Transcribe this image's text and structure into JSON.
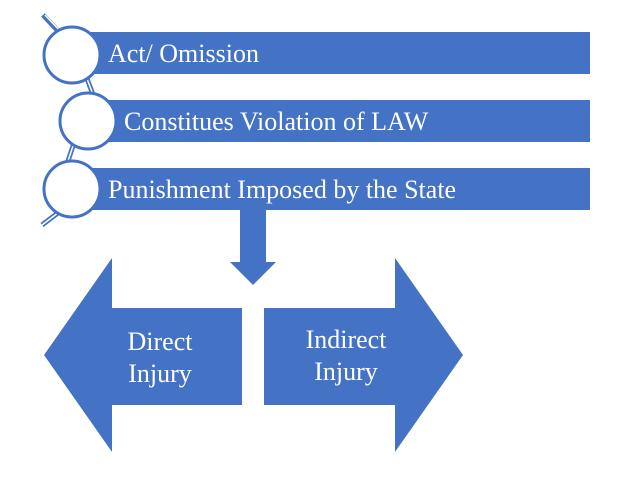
{
  "colors": {
    "fill": "#4472C4",
    "circle_fill": "#ffffff",
    "circle_stroke": "#4472C4",
    "text": "#ffffff",
    "background": "#ffffff"
  },
  "list_items": [
    {
      "label": "Act/ Omission"
    },
    {
      "label": "Constitues Violation of LAW"
    },
    {
      "label": "Punishment Imposed by the State"
    }
  ],
  "left_arrow": {
    "line1": "Direct",
    "line2": "Injury"
  },
  "right_arrow": {
    "line1": "Indirect",
    "line2": "Injury"
  }
}
